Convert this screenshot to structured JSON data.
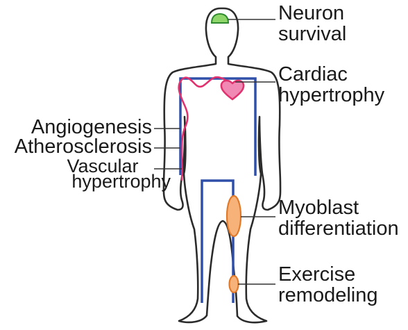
{
  "labels": {
    "neuron": [
      "Neuron",
      "survival"
    ],
    "cardiac": [
      "Cardiac",
      "hypertrophy"
    ],
    "angiogenesis": "Angiogenesis",
    "atherosclerosis": "Atherosclerosis",
    "vascular": [
      "Vascular",
      "hypertrophy"
    ],
    "myoblast": [
      "Myoblast",
      "differentiation"
    ],
    "exercise": [
      "Exercise",
      "remodeling"
    ]
  },
  "colors": {
    "outline": "#2b2b2b",
    "vessel": "#2f4fa8",
    "artery": "#e0326e",
    "heart_fill": "#f08ab4",
    "brain_fill": "#8ed66a",
    "brain_stroke": "#2f8a2f",
    "muscle_fill": "#f7b27a",
    "muscle_stroke": "#e07a2a",
    "leader": "#333333"
  }
}
